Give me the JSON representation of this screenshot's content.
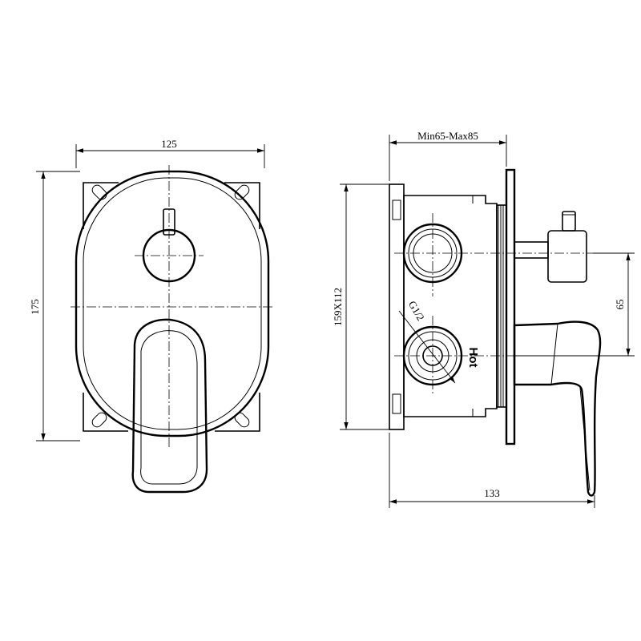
{
  "front_view": {
    "width_label": "125",
    "height_label": "175"
  },
  "side_view": {
    "depth_label": "Min65-Max85",
    "box_label": "159X112",
    "offset_label": "65",
    "overall_label": "133",
    "thread_label": "G1/2",
    "hot_label": "Hot"
  }
}
